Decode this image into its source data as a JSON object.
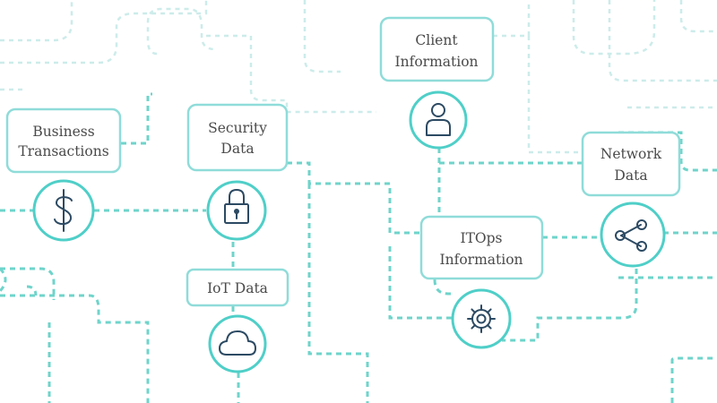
{
  "colors": {
    "accent": "#4fcfc8",
    "box_border": "#8fdcd9",
    "connector": "#6fd4cb",
    "faint_connector": "#ccecea",
    "icon": "#2c4a63",
    "text": "#4a4a4a"
  },
  "nodes": [
    {
      "id": "business-transactions",
      "lines": [
        "Business",
        "Transactions"
      ],
      "icon": "dollar-icon"
    },
    {
      "id": "security-data",
      "lines": [
        "Security",
        "Data"
      ],
      "icon": "lock-icon"
    },
    {
      "id": "iot-data",
      "lines": [
        "IoT Data"
      ],
      "icon": "cloud-icon"
    },
    {
      "id": "client-information",
      "lines": [
        "Client",
        "Information"
      ],
      "icon": "user-icon"
    },
    {
      "id": "itops-information",
      "lines": [
        "ITOps",
        "Information"
      ],
      "icon": "gear-icon"
    },
    {
      "id": "network-data",
      "lines": [
        "Network",
        "Data"
      ],
      "icon": "share-icon"
    }
  ]
}
